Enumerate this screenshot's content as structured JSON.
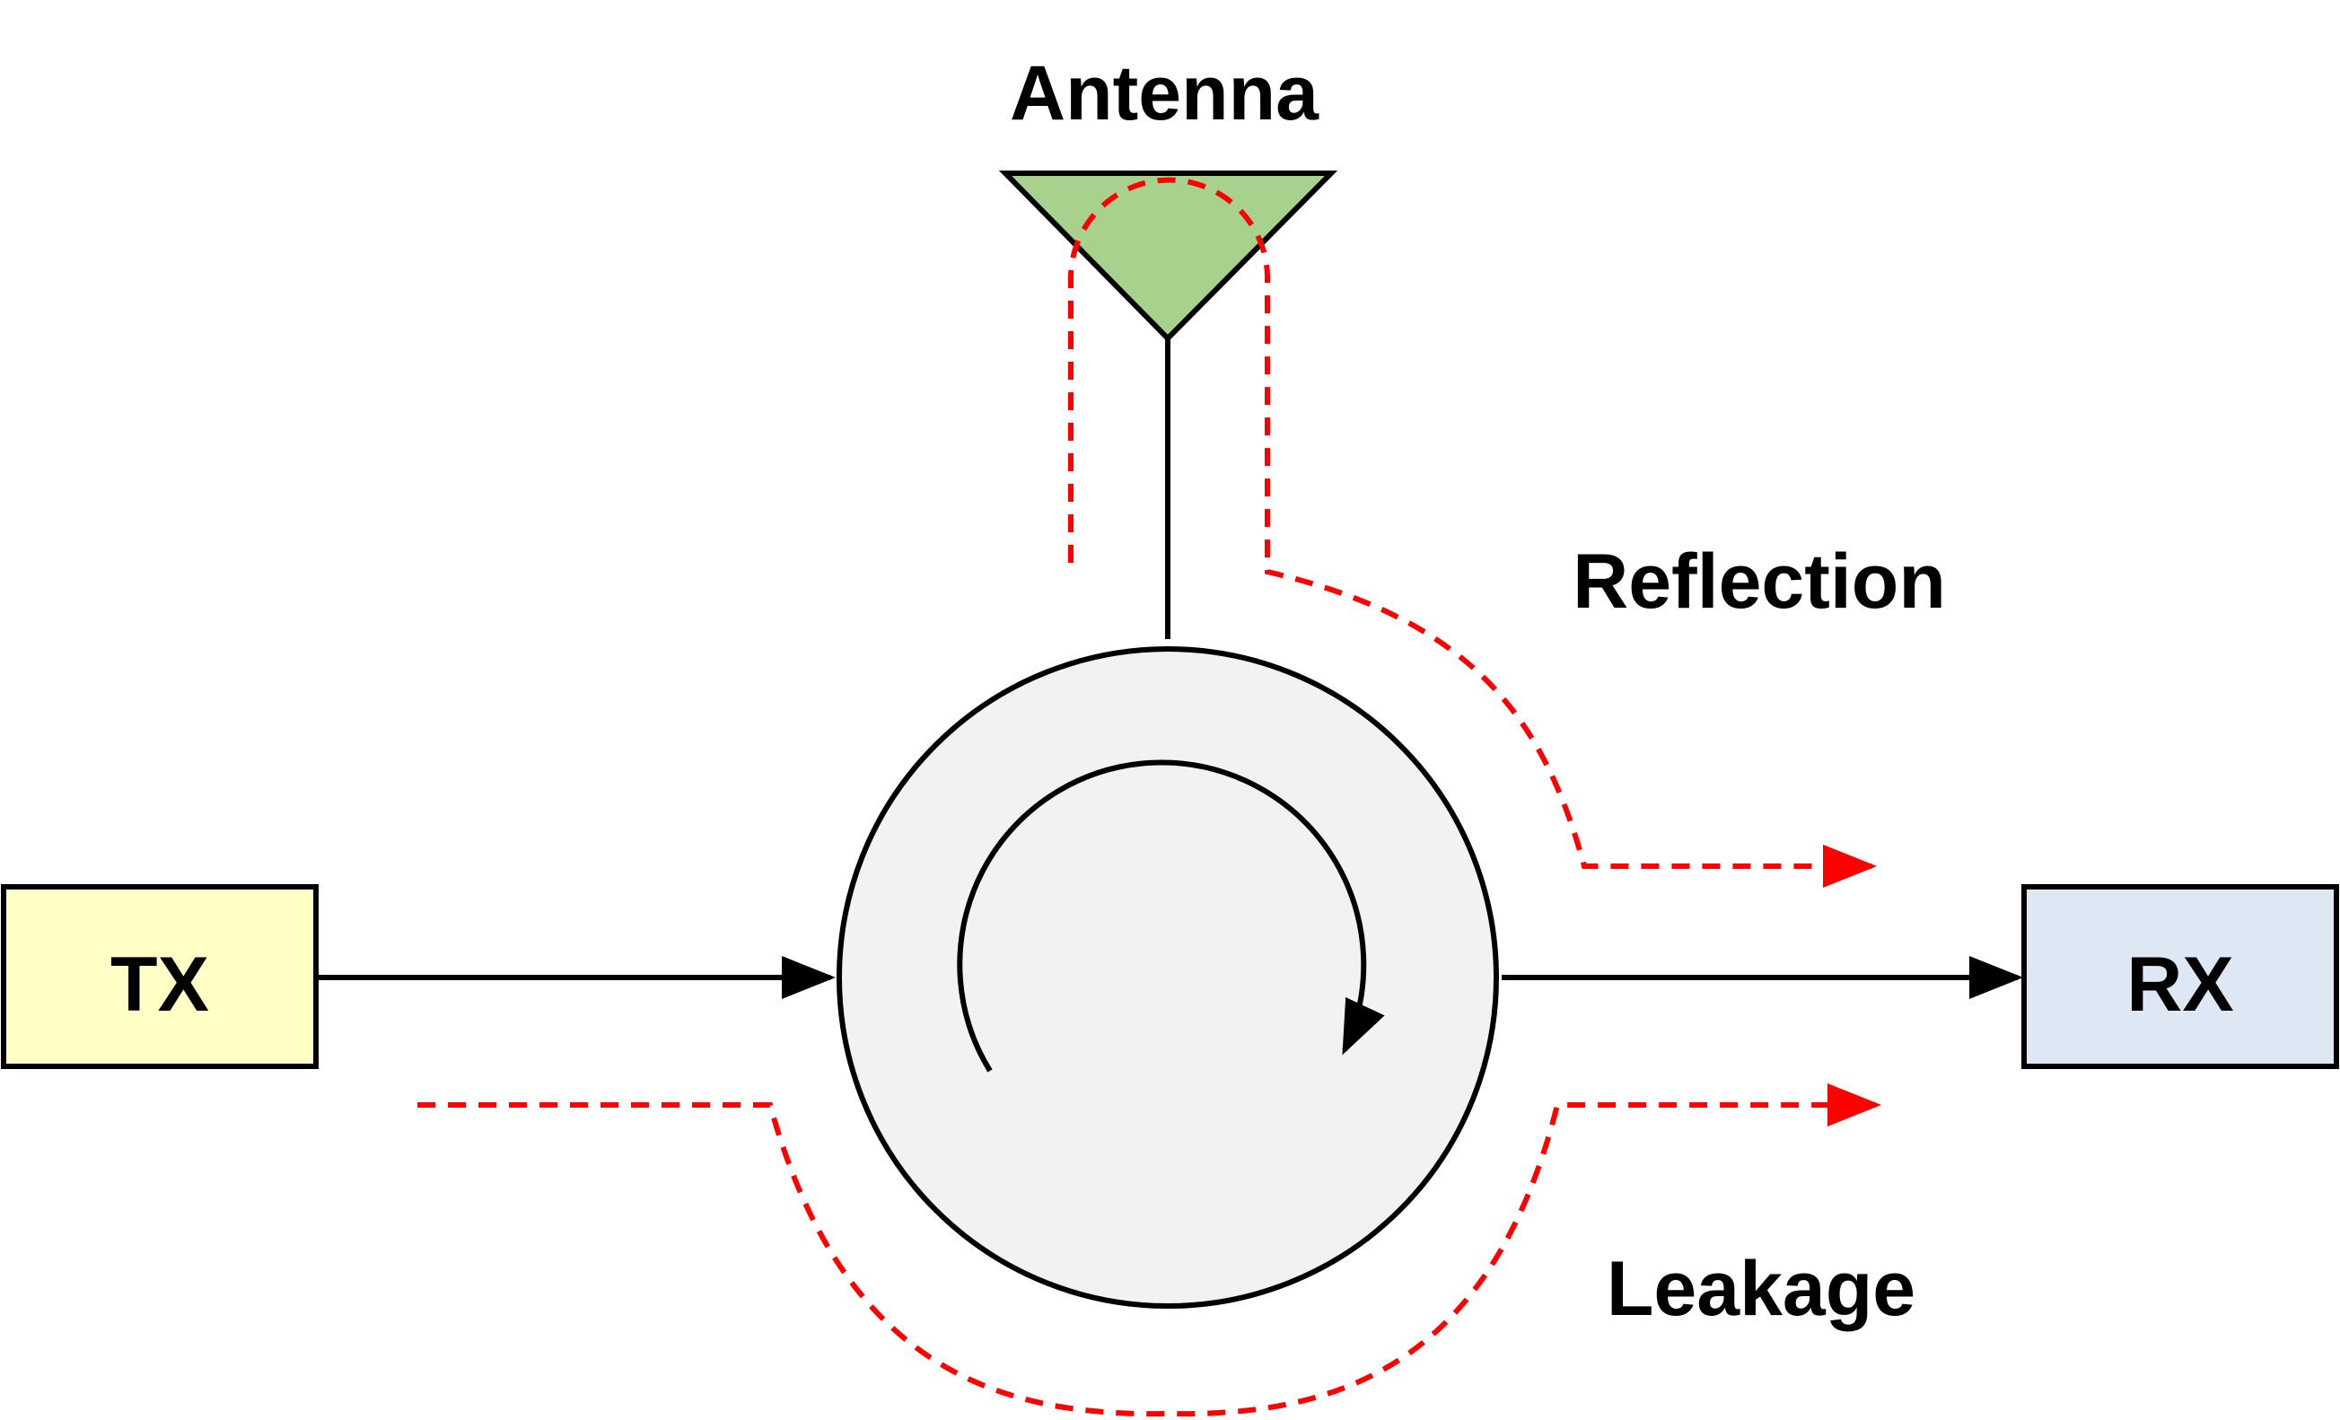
{
  "diagram": {
    "labels": {
      "antenna": "Antenna",
      "reflection": "Reflection",
      "leakage": "Leakage",
      "tx": "TX",
      "rx": "RX"
    },
    "colors": {
      "antenna_fill": "#a9d18e",
      "tx_fill": "#ffffc6",
      "rx_fill": "#dee8f4",
      "circulator_fill": "#f2f2f2",
      "signal_path": "#000000",
      "interference_path": "#ff0000"
    }
  }
}
